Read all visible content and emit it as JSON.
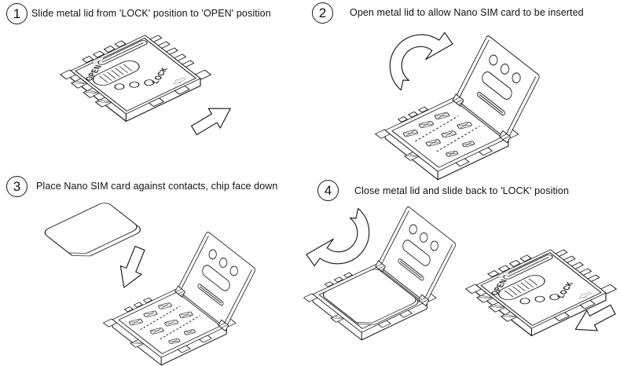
{
  "steps": [
    {
      "number": "1",
      "text": "Slide metal lid from 'LOCK' position to 'OPEN' position"
    },
    {
      "number": "2",
      "text": "Open metal lid to allow Nano SIM card to be inserted"
    },
    {
      "number": "3",
      "text": "Place Nano SIM card against contacts, chip face down"
    },
    {
      "number": "4",
      "text": "Close metal lid and slide back to 'LOCK' position"
    }
  ],
  "connector_labels": {
    "open": "OPEN",
    "lock": "LOCK"
  },
  "colors": {
    "line": "#1a1a1a",
    "background": "#ffffff"
  }
}
